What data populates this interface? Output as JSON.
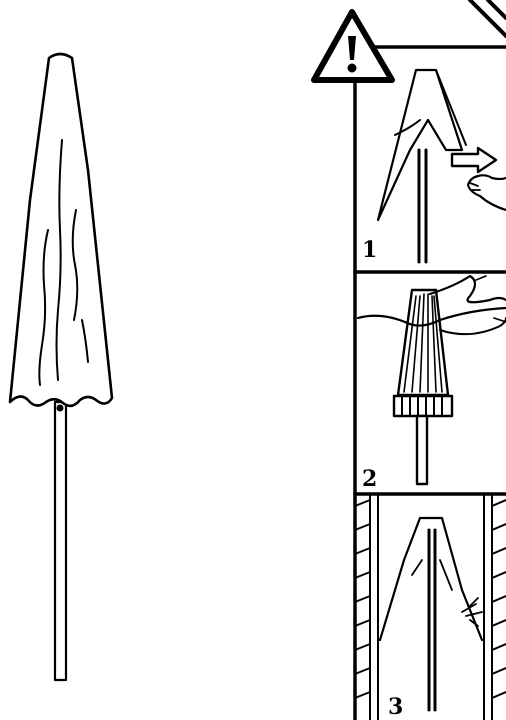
{
  "steps": [
    {
      "number": "1"
    },
    {
      "number": "2"
    },
    {
      "number": "3"
    }
  ],
  "icons": {
    "warning": "warning-triangle-icon",
    "remove_cover": "arrow-right-icon"
  },
  "colors": {
    "line": "#000000",
    "background": "#ffffff"
  }
}
